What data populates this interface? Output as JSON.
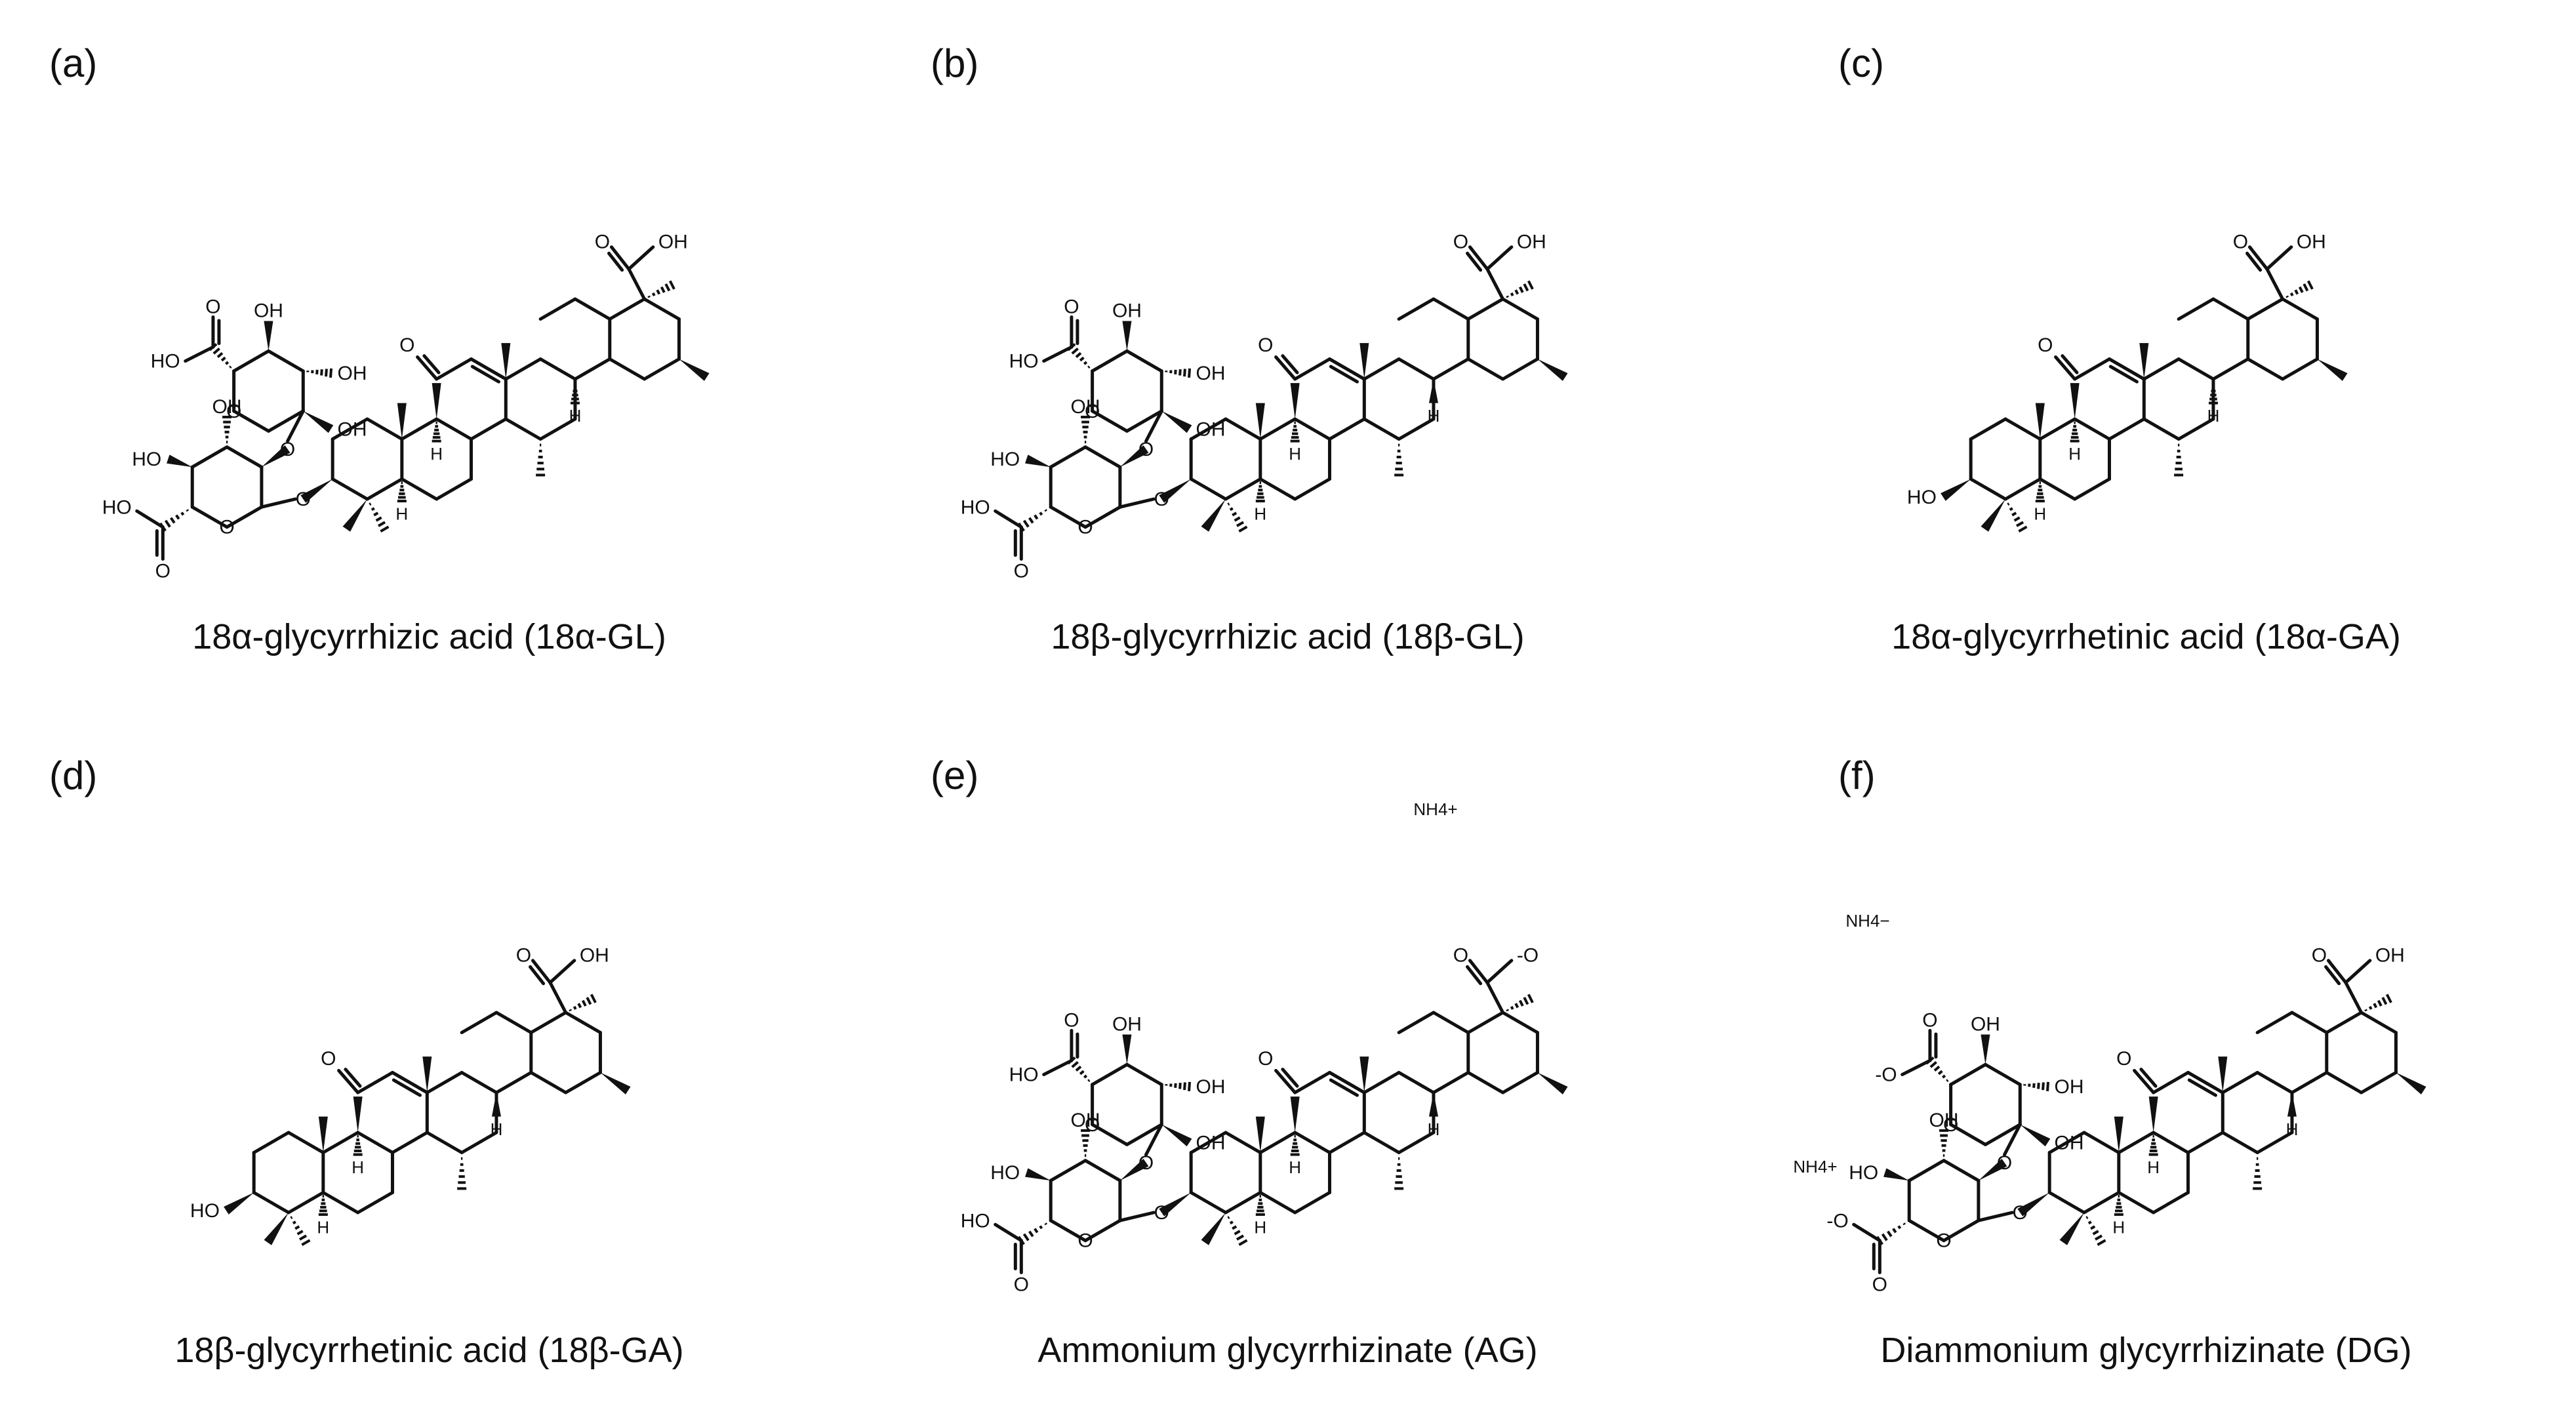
{
  "panels": [
    {
      "label": "(a)",
      "caption": "18α-glycyrrhizic acid (18α-GL)"
    },
    {
      "label": "(b)",
      "caption": "18β-glycyrrhizic acid (18β-GL)"
    },
    {
      "label": "(c)",
      "caption": "18α-glycyrrhetinic acid (18α-GA)"
    },
    {
      "label": "(d)",
      "caption": "18β-glycyrrhetinic acid (18β-GA)"
    },
    {
      "label": "(e)",
      "caption": "Ammonium glycyrrhizinate (AG)"
    },
    {
      "label": "(f)",
      "caption": "Diammonium glycyrrhizinate (DG)"
    }
  ],
  "atom_labels": {
    "O": "O",
    "OH": "OH",
    "HO": "HO",
    "H": "H",
    "O_minus": "-O",
    "nh4_plus": "NH4+",
    "nh4_minus": "NH4−"
  }
}
